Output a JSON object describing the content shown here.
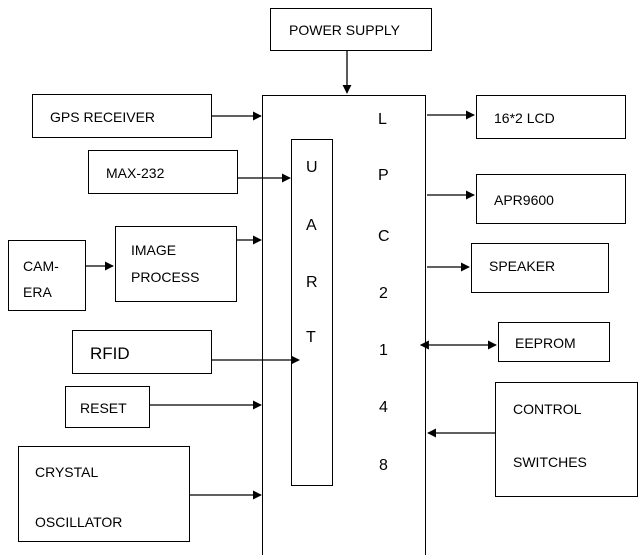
{
  "diagram": {
    "power_supply": "POWER SUPPLY",
    "gps_receiver": "GPS RECEIVER",
    "max232": "MAX-232",
    "camera_line1": "CAM-",
    "camera_line2": "ERA",
    "image_process_line1": "IMAGE",
    "image_process_line2": "PROCESS",
    "rfid": "RFID",
    "reset": "RESET",
    "crystal_line1": "CRYSTAL",
    "crystal_line2": "OSCILLATOR",
    "uart_letters": [
      "U",
      "A",
      "R",
      "T"
    ],
    "mcu_letters": [
      "L",
      "P",
      "C",
      "2",
      "1",
      "4",
      "8"
    ],
    "lcd": "16*2 LCD",
    "apr9600": "APR9600",
    "speaker": "SPEAKER",
    "eeprom": "EEPROM",
    "control_line1": "CONTROL",
    "control_line2": "SWITCHES"
  },
  "colors": {
    "line": "#000000",
    "background": "#ffffff"
  }
}
